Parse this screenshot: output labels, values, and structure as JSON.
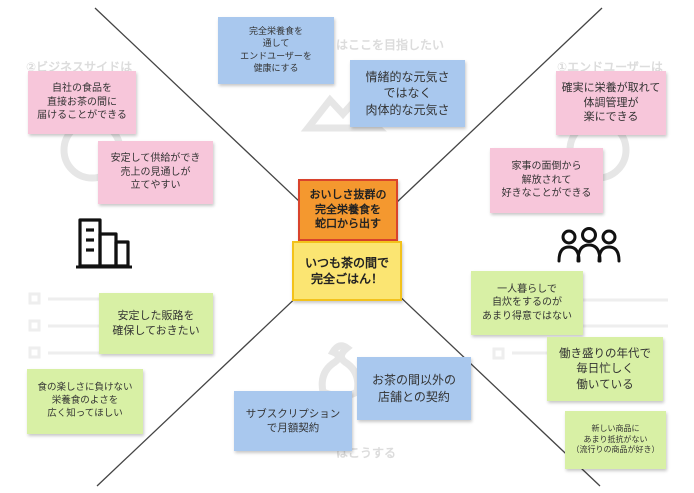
{
  "center": {
    "main": "おいしさ抜群の\n完全栄養食を\n蛇口から出す",
    "sub": "いつも茶の間で\n完全ごはん！"
  },
  "sections": {
    "top_label": "はここを目指したい",
    "bottom_label": "はこうする",
    "left_label": "②ビジネスサイドは",
    "right_label": "①エンドユーザーは"
  },
  "notes": {
    "top_blue_1": "完全栄養食を\n通して\nエンドユーザーを\n健康にする",
    "top_blue_2": "情緒的な元気さ\nではなく\n肉体的な元気さ",
    "left_pink_1": "自社の食品を\n直接お茶の間に\n届けることができる",
    "left_pink_2": "安定して供給ができ\n売上の見通しが\n立てやすい",
    "right_pink_1": "確実に栄養が取れて\n体調管理が\n楽にできる",
    "right_pink_2": "家事の面倒から\n解放されて\n好きなことができる",
    "left_green_1": "安定した販路を\n確保しておきたい",
    "left_green_2": "食の楽しさに負けない\n栄養食のよさを\n広く知ってほしい",
    "right_green_1": "一人暮らしで\n自炊をするのが\nあまり得意ではない",
    "right_green_2": "働き盛りの年代で\n毎日忙しく\n働いている",
    "right_green_3": "新しい商品に\nあまり抵抗がない\n（流行りの商品が好き）",
    "bottom_blue_1": "サブスクリプション\nで月額契約",
    "bottom_blue_2": "お茶の間以外の\n店舗との契約"
  },
  "icons": {
    "business": "building-icon",
    "users": "group-of-people-icon",
    "goal": "mountain-icon",
    "action": "money-bag-icon"
  }
}
